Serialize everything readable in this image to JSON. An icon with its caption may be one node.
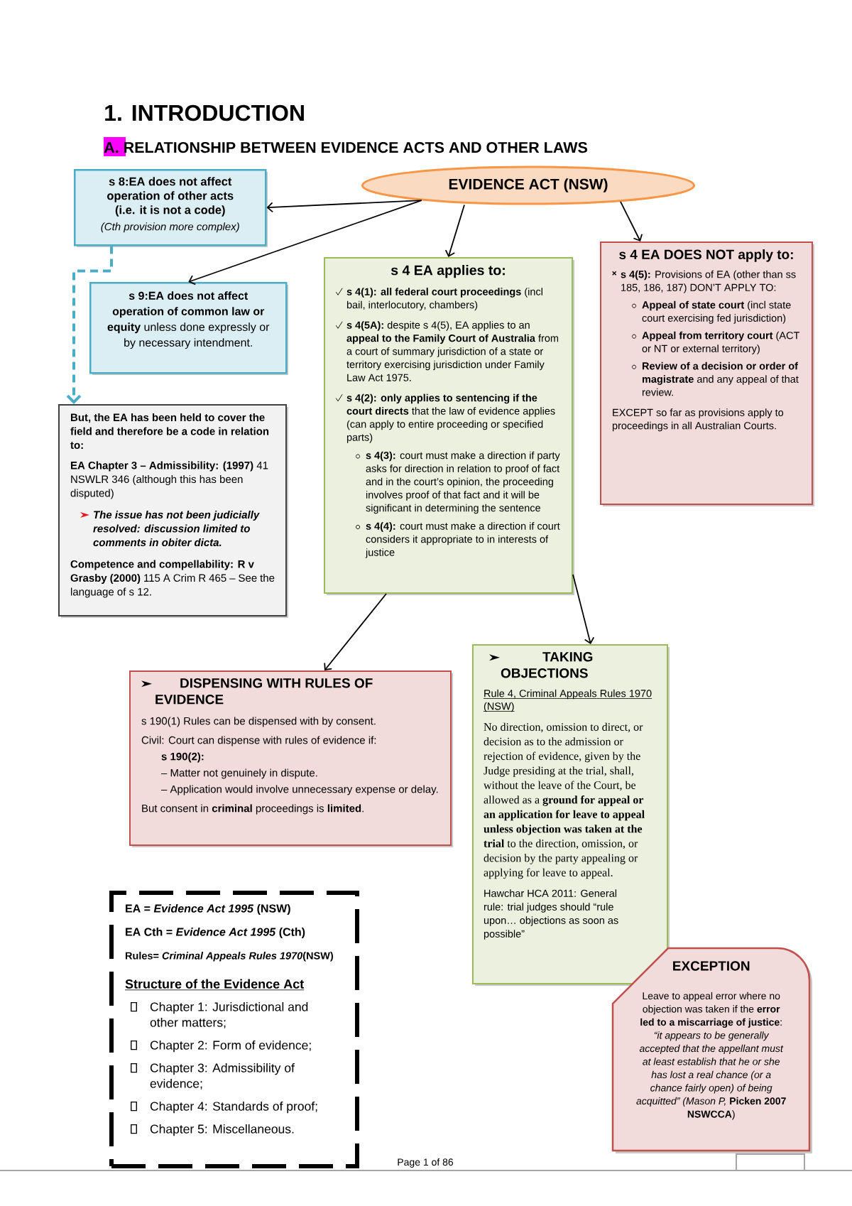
{
  "diagram": {
    "title": "1. INTRODUCTION",
    "nodes": [
      {
        "text": [
          "EVIDENCE ACT (NSW)"
        ]
      },
      {
        "text": [
          "s 8:EA does not affect operation of other acts (i.e. it is not a code)",
          "(Cth provision more complex)"
        ]
      },
      {
        "text": [
          "**s 9:EA does not affect operation of common law or equity** unless done expressly or by necessary intendment."
        ]
      },
      {
        "text": [
          "But, the EA has been held to cover the field and therefore be a code in relation to:",
          "**EA Chapter 3 – Admissibility: (1997)** 41 NSWLR 346 (although this has been disputed)",
          "The issue has not been judicially resolved: discussion limited to comments in obiter dicta.",
          "**Competence and compellability: R v Grasby (2000)** 115 A Crim R 465 – See the language of s 12."
        ]
      },
      {
        "text": [
          "s 4 EA applies to:",
          "**s 4(1): all federal court proceedings** (incl bail, interlocutory, chambers)",
          "**s 4(5A):** despite s 4(5), EA applies to an **appeal to the Family Court of Australia** from a court of summary jurisdiction of a state or territory exercising jurisdiction under Family Law Act 1975.",
          "**s 4(2): only applies to sentencing if the court directs** that the law of evidence applies (can apply to entire proceeding or specified parts)",
          "**s 4(3):** court must make a direction if party asks for direction in relation to proof of fact and in the court’s opinion, the proceeding involves proof of that fact and it will be significant in determining the sentence",
          "**s 4(4):** court must make a direction if court considers it appropriate to in interests of justice"
        ]
      },
      {
        "text": [
          "s 4 EA DOES NOT apply to:",
          "**s 4(5):** Provisions of EA (other than ss 185, 186, 187) DON’T APPLY TO:",
          "**Appeal of state court** (incl state court exercising fed jurisdiction)",
          "**Appeal from territory court** (ACT or NT or external territory)",
          "**Review of a decision or order of magistrate** and any appeal of that review.",
          "EXCEPT so far as provisions apply to proceedings in all Australian Courts."
        ]
      },
      {
        "text": [
          "DISPENSING WITH RULES OF EVIDENCE",
          "s 190(1) Rules can be dispensed with by consent.",
          "Civil: Court can dispense with rules of evidence if:",
          "s 190(2):",
          "– Matter not genuinely in dispute.",
          "– Application would involve unnecessary expense or delay.",
          "But consent in **criminal** proceedings is **limited**."
        ]
      },
      {
        "text": [
          "TAKING OBJECTIONS",
          "Rule 4, Criminal Appeals Rules 1970 (NSW)",
          "No direction, omission to direct, or decision as to the admission or rejection of evidence, given by the Judge presiding at the trial, shall, without the leave of the Court, be allowed as a **ground for appeal or an application for leave to appeal unless objection was taken at the trial** to the direction, omission, or decision by the party appealing or applying for leave to appeal.",
          "Hawchar HCA 2011: General rule: trial judges should “rule upon… objections as soon as possible”"
        ]
      },
      {
        "text": [
          "EXCEPTION",
          "Leave to appeal error where no objection was taken if the **error led to a miscarriage of justice**: *“it appears to be generally accepted that the appellant must at least establish that he or she has lost a real chance (or a chance fairly open) of being acquitted” (Mason P,* **Picken 2007 NSWCCA**)"
        ]
      },
      {
        "text": [
          "EA = *Evidence Act 1995* (NSW)",
          "EA Cth = *Evidence Act 1995* (Cth)",
          "Rules= *Criminal Appeals Rules 1970*(NSW)",
          "Structure of the Evidence Act",
          "Chapter 1: Jurisdictional and other matters;",
          "Chapter 2: Form of evidence;",
          "Chapter 3: Admissibility of evidence;",
          "Chapter 4: Standards of proof;",
          "Chapter 5: Miscellaneous."
        ]
      }
    ],
    "edges": [
      {
        "from": 0,
        "to": 1,
        "arrow": "to"
      },
      {
        "from": 0,
        "to": 2,
        "arrow": "to"
      },
      {
        "from": 0,
        "to": 4,
        "arrow": "to"
      },
      {
        "from": 0,
        "to": 5,
        "arrow": "to"
      },
      {
        "from": 1,
        "to": 3,
        "arrow": "to",
        "style": "dashed",
        "color": "#4bacc6"
      },
      {
        "from": 4,
        "to": 6,
        "arrow": "to"
      },
      {
        "from": 4,
        "to": 7,
        "arrow": "to"
      }
    ],
    "labels": [
      "A. RELATIONSHIP BETWEEN EVIDENCE ACTS AND OTHER LAWS",
      "Page 1 of 86"
    ]
  }
}
